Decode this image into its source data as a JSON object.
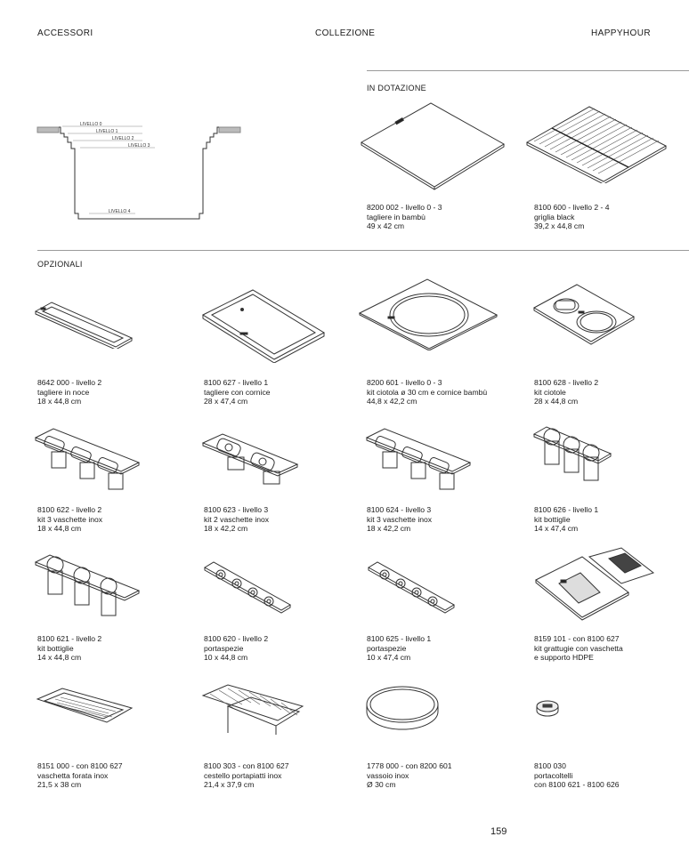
{
  "header": {
    "left": "ACCESSORI",
    "center": "COLLEZIONE",
    "right": "HAPPYHOUR"
  },
  "diagram": {
    "levels": [
      "LIVELLO 0",
      "LIVELLO 1",
      "LIVELLO 2",
      "LIVELLO 3",
      "LIVELLO 4"
    ]
  },
  "included": {
    "title": "IN DOTAZIONE",
    "items": [
      {
        "code": "8200 002 - livello 0 - 3",
        "name": "tagliere in bambù",
        "size": "49 x 42 cm"
      },
      {
        "code": "8100 600 - livello 2 - 4",
        "name": "griglia black",
        "size": "39,2 x 44,8 cm"
      }
    ]
  },
  "optional": {
    "title": "OPZIONALI",
    "items": [
      {
        "code": "8642 000 - livello 2",
        "name": "tagliere in noce",
        "size": "18 x 44,8 cm"
      },
      {
        "code": "8100 627 - livello 1",
        "name": "tagliere con cornice",
        "size": "28 x 47,4 cm"
      },
      {
        "code": "8200 601 - livello 0 - 3",
        "name": "kit ciotola ø 30 cm e cornice bambù",
        "size": "44,8 x 42,2 cm"
      },
      {
        "code": "8100 628 - livello 2",
        "name": "kit ciotole",
        "size": "28 x 44,8 cm"
      },
      {
        "code": "8100 622 - livello 2",
        "name": "kit 3 vaschette inox",
        "size": "18 x 44,8 cm"
      },
      {
        "code": "8100 623 - livello 3",
        "name": "kit 2 vaschette inox",
        "size": "18 x 42,2 cm"
      },
      {
        "code": "8100 624 - livello 3",
        "name": "kit 3 vaschette inox",
        "size": "18 x 42,2 cm"
      },
      {
        "code": "8100 626 - livello 1",
        "name": "kit bottiglie",
        "size": "14 x 47,4 cm"
      },
      {
        "code": "8100 621 - livello 2",
        "name": "kit bottiglie",
        "size": "14 x 44,8 cm"
      },
      {
        "code": "8100 620 - livello 2",
        "name": "portaspezie",
        "size": "10 x 44,8 cm"
      },
      {
        "code": "8100 625 - livello 1",
        "name": "portaspezie",
        "size": "10 x 47,4 cm"
      },
      {
        "code": "8159 101 - con 8100 627",
        "name": "kit grattugie con vaschetta",
        "size": "e supporto HDPE"
      },
      {
        "code": "8151 000 - con 8100 627",
        "name": "vaschetta forata inox",
        "size": "21,5 x 38 cm"
      },
      {
        "code": "8100 303 - con 8100 627",
        "name": "cestello portapiatti inox",
        "size": "21,4 x 37,9 cm"
      },
      {
        "code": "1778 000 - con 8200 601",
        "name": "vassoio inox",
        "size": "Ø 30 cm"
      },
      {
        "code": "8100 030",
        "name": "portacoltelli",
        "size": "con 8100 621 - 8100 626"
      }
    ]
  },
  "page_number": "159"
}
